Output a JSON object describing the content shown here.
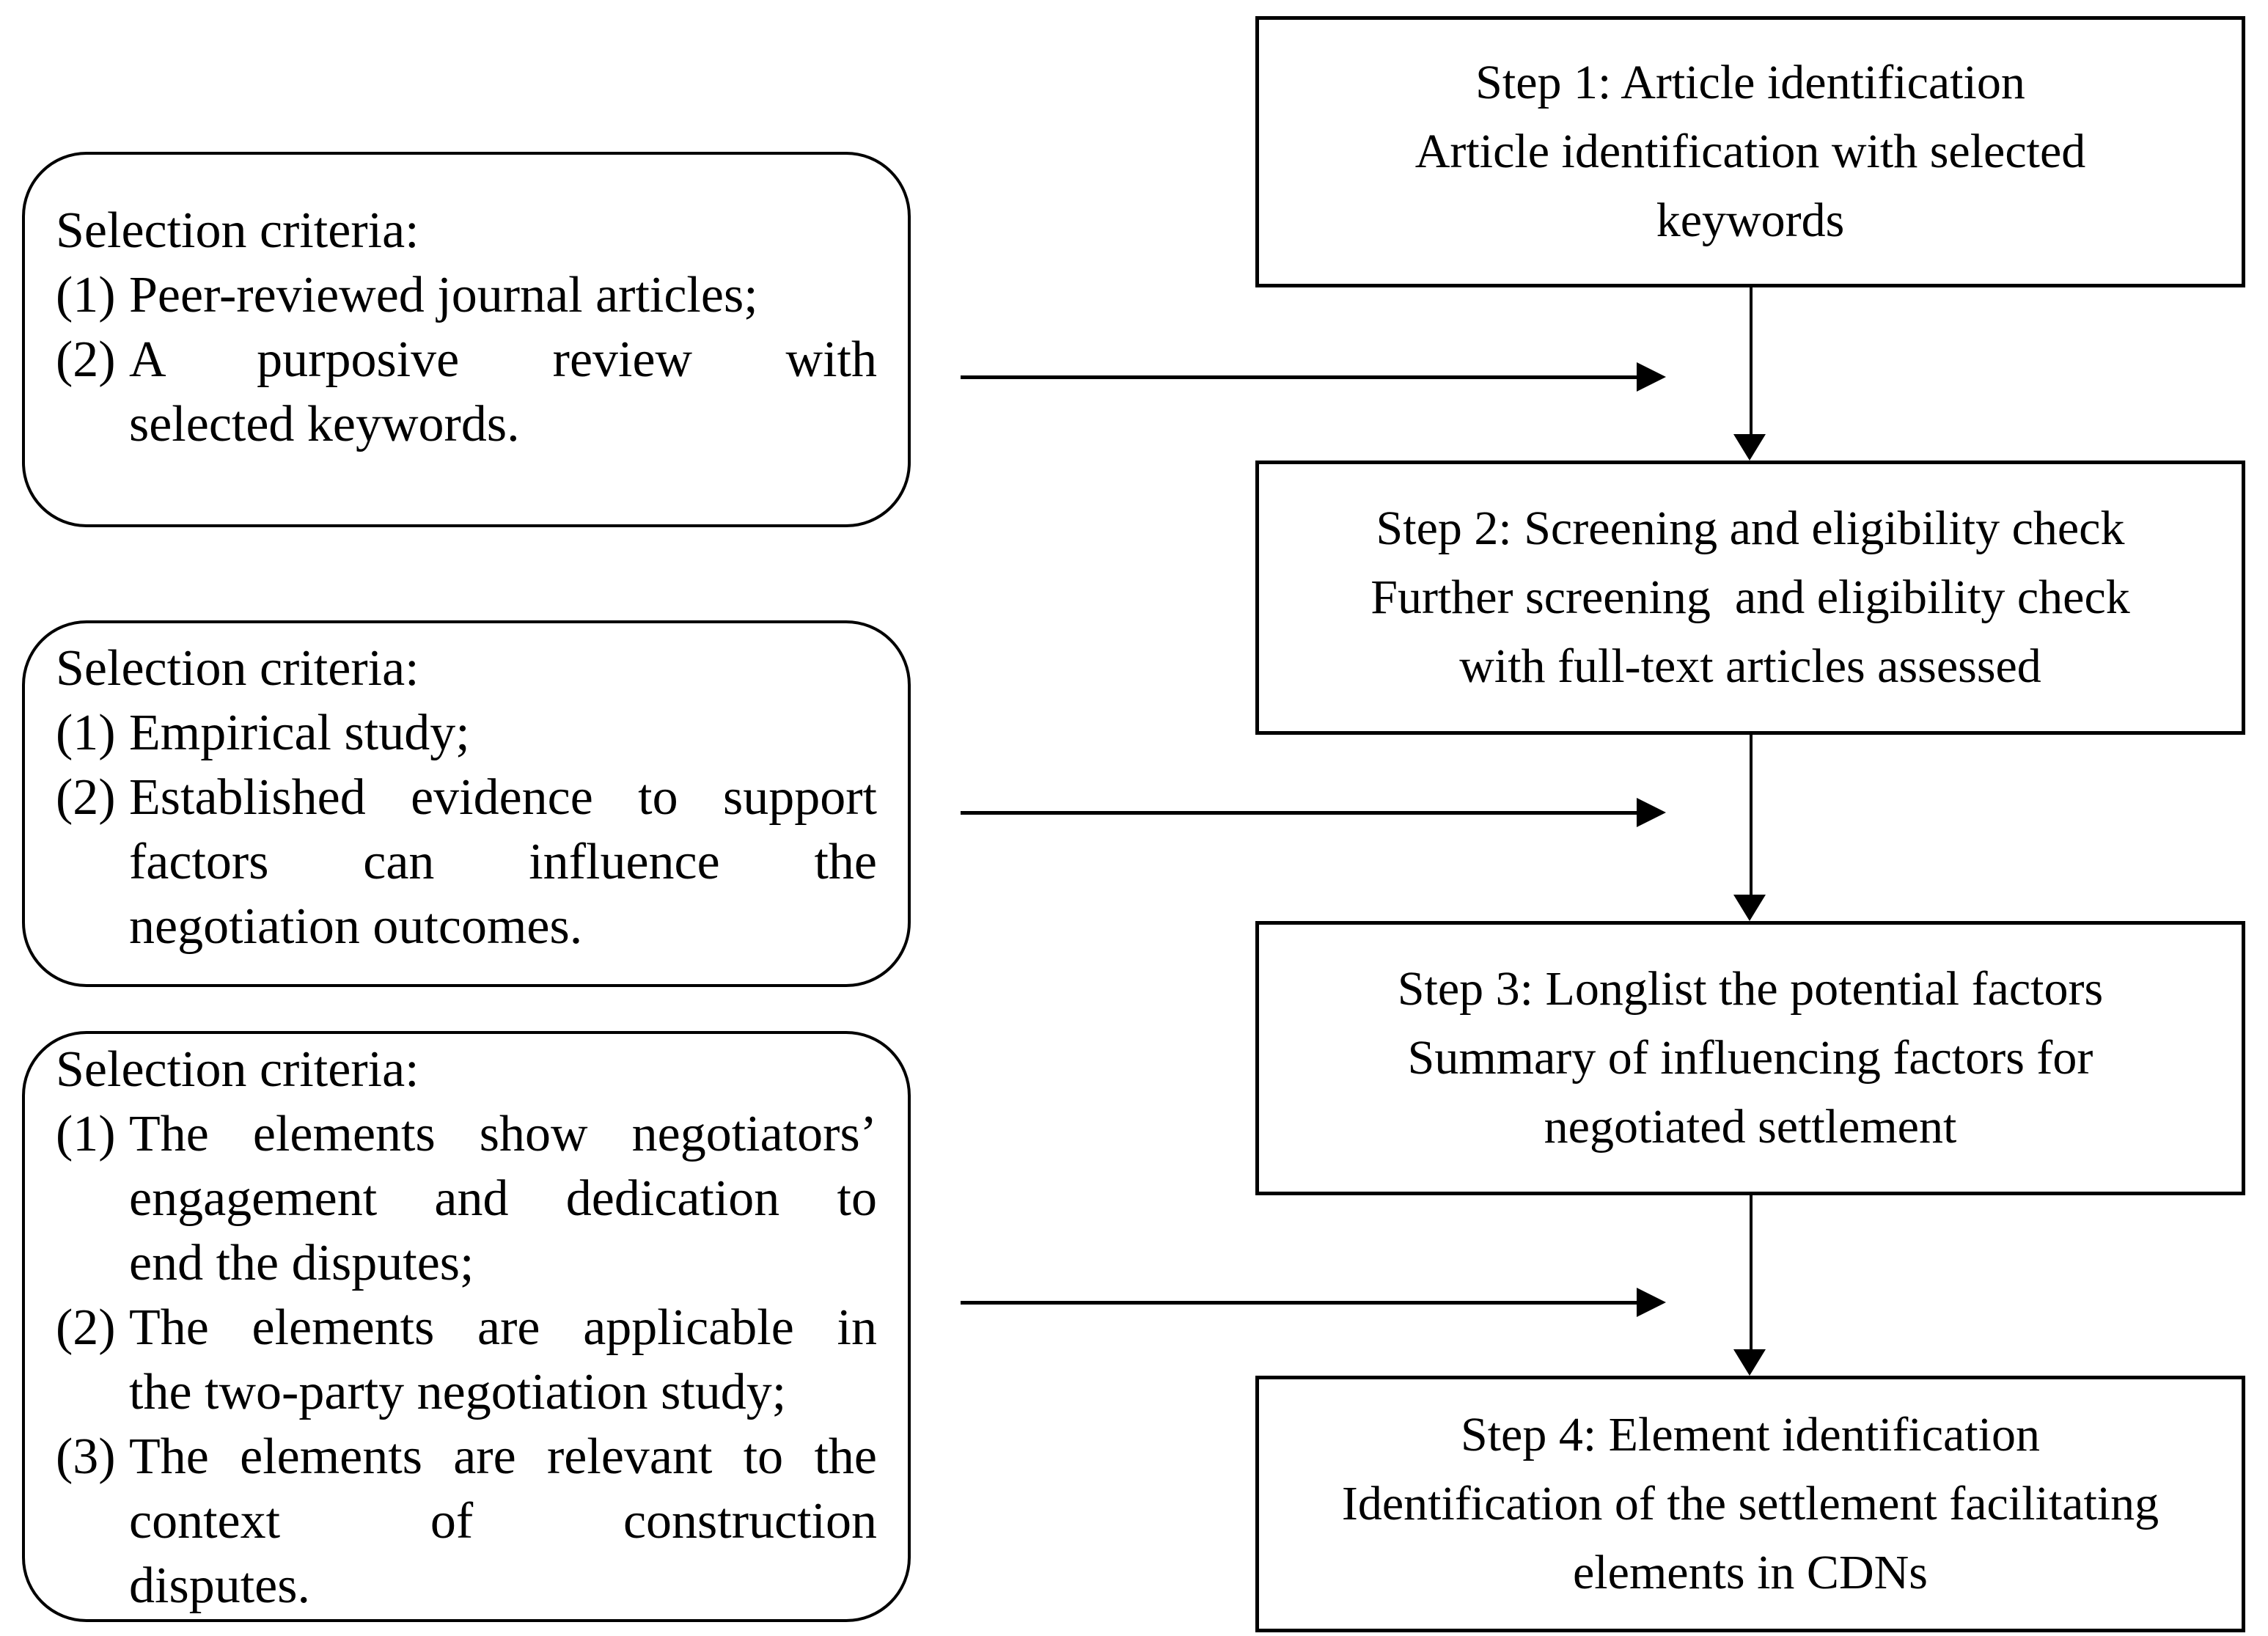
{
  "colors": {
    "background": "#ffffff",
    "line": "#000000",
    "text": "#000000"
  },
  "left_boxes": [
    {
      "title": "Selection criteria:",
      "items": [
        {
          "marker": "(1)",
          "lines": [
            "Peer-reviewed journal articles;"
          ]
        },
        {
          "marker": "(2)",
          "lines": [
            "A purposive review with",
            "selected keywords."
          ]
        }
      ]
    },
    {
      "title": "Selection criteria:",
      "items": [
        {
          "marker": "(1)",
          "lines": [
            "Empirical study;"
          ]
        },
        {
          "marker": "(2)",
          "lines": [
            "Established evidence to support",
            "factors can influence the",
            "negotiation outcomes."
          ]
        }
      ]
    },
    {
      "title": "Selection criteria:",
      "items": [
        {
          "marker": "(1)",
          "lines": [
            "The elements show negotiators’",
            "engagement and dedication to",
            "end the disputes;"
          ]
        },
        {
          "marker": "(2)",
          "lines": [
            "The elements are applicable in",
            "the two-party negotiation study;"
          ]
        },
        {
          "marker": "(3)",
          "lines": [
            "The elements are relevant to the",
            "context of construction",
            "disputes."
          ]
        }
      ]
    }
  ],
  "steps": [
    {
      "lines": [
        "Step 1: Article identification",
        "Article identification with selected",
        "keywords"
      ]
    },
    {
      "lines": [
        "Step 2: Screening and eligibility check",
        "Further screening  and eligibility check",
        "with full-text articles assessed"
      ]
    },
    {
      "lines": [
        "Step 3: Longlist the potential factors",
        "Summary of influencing factors for",
        "negotiated settlement"
      ]
    },
    {
      "lines": [
        "Step 4: Element identification",
        "Identification of the settlement facilitating",
        "elements in CDNs"
      ]
    }
  ]
}
